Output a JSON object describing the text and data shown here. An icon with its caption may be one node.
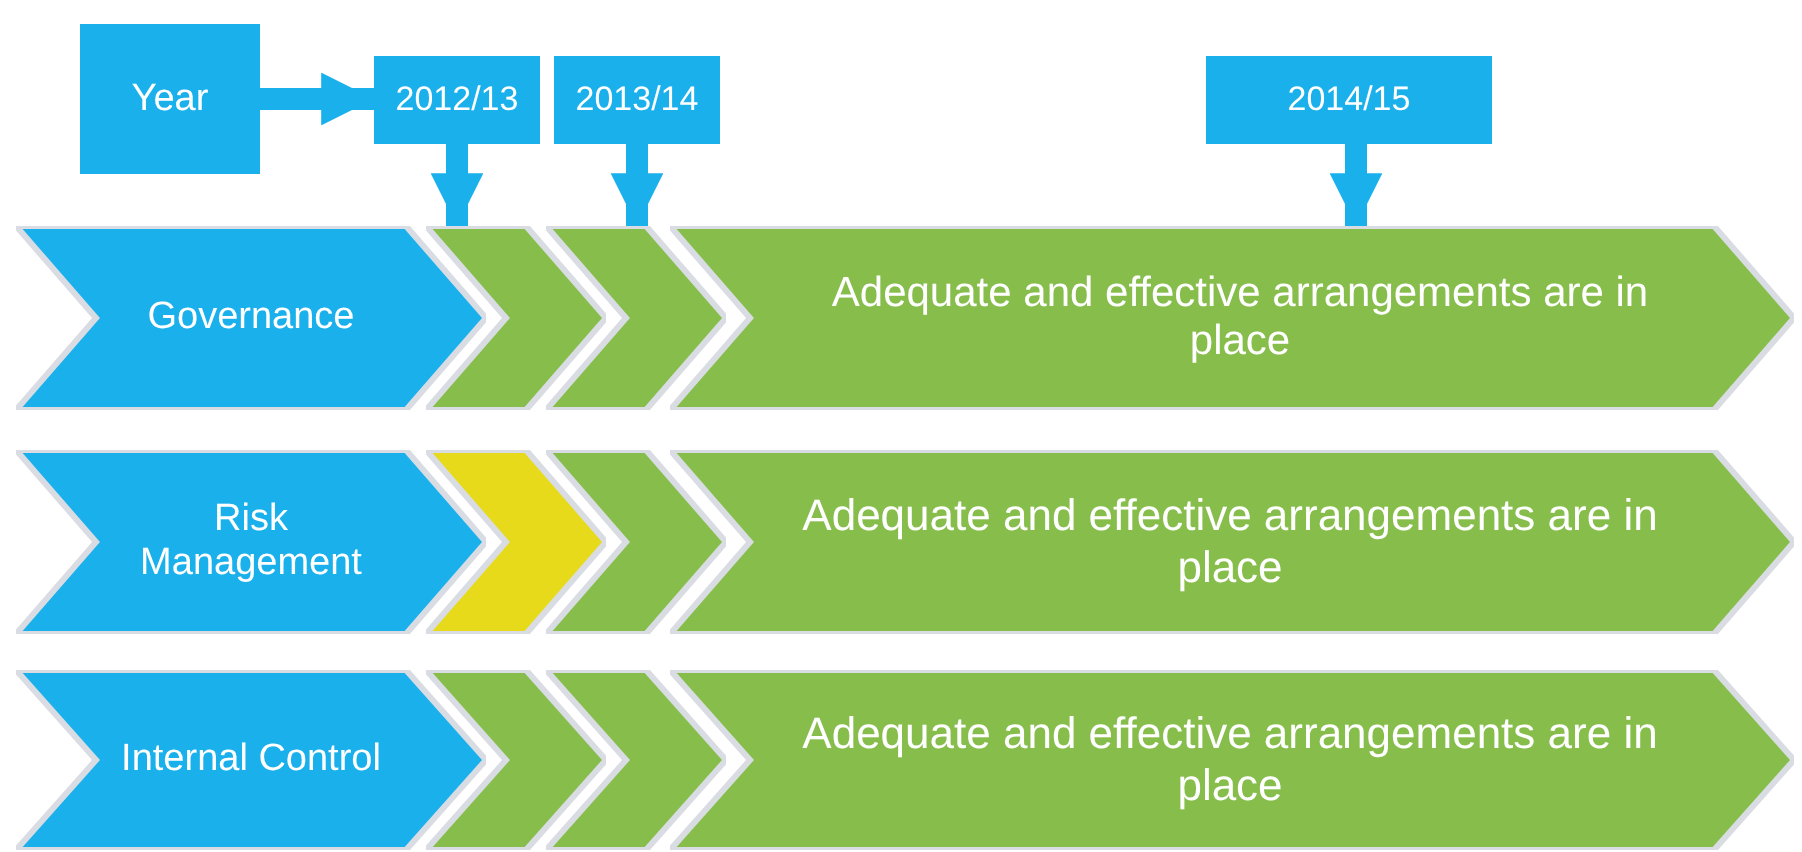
{
  "diagram": {
    "nodes": [
      {
        "text": [
          "Year"
        ]
      },
      {
        "text": [
          "2012/13"
        ]
      },
      {
        "text": [
          "2013/14"
        ]
      },
      {
        "text": [
          "2014/15"
        ]
      },
      {
        "text": [
          "Governance"
        ]
      },
      {
        "text": [],
        "shape": "chevron"
      },
      {
        "text": [],
        "shape": "chevron"
      },
      {
        "text": [
          "Adequate and effective arrangements are in place"
        ]
      },
      {
        "text": [
          "Risk Management"
        ]
      },
      {
        "text": [],
        "shape": "chevron"
      },
      {
        "text": [],
        "shape": "chevron"
      },
      {
        "text": [
          "Adequate and effective arrangements are in place"
        ]
      },
      {
        "text": [
          "Internal Control"
        ]
      },
      {
        "text": [],
        "shape": "chevron"
      },
      {
        "text": [],
        "shape": "chevron"
      },
      {
        "text": [
          "Adequate and effective arrangements are in place"
        ]
      }
    ],
    "edges": [
      {
        "from": 0,
        "to": 1,
        "arrow": "to"
      },
      {
        "from": 1,
        "to": 5,
        "arrow": "to"
      },
      {
        "from": 2,
        "to": 6,
        "arrow": "to"
      },
      {
        "from": 3,
        "to": 7,
        "arrow": "to"
      }
    ]
  }
}
